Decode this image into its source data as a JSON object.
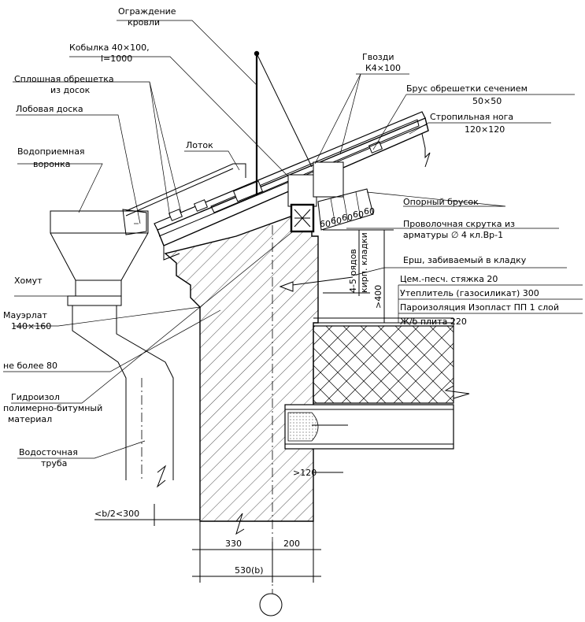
{
  "labels": {
    "roof_fence": [
      "Ограждение",
      "кровли"
    ],
    "kobylka": [
      "Кобылка 40×100,",
      "l=1000"
    ],
    "nails": [
      "Гвозди",
      "К4×100"
    ],
    "solid_lathing": [
      "Сплошная обрешетка",
      "из досок"
    ],
    "lathing_bar": [
      "Брус обрешетки сечением",
      "50×50"
    ],
    "fascia_board": "Лобовая доска",
    "rafter": [
      "Стропильная нога",
      "120×120"
    ],
    "gutter": "Лоток",
    "funnel": [
      "Водоприемная",
      "воронка"
    ],
    "support_bar": "Опорный брусок",
    "wire_tie": [
      "Проволочная скрутка из",
      "арматуры ∅ 4 кл.Вр-1"
    ],
    "ruff": "Ерш, забиваемый в кладку",
    "clamp": "Хомут",
    "layers": [
      "Цем.-песч. стяжка 20",
      "Утеплитель (газосиликат) 300",
      "Пароизоляция Изопласт ПП 1 слой",
      "Ж/б плита 220"
    ],
    "mauerlat": [
      "Мауэрлат",
      "140×160"
    ],
    "max80": "не более 80",
    "waterproof": [
      "Гидроизол",
      "полимерно-битумный",
      "материал"
    ],
    "downpipe": [
      "Водосточная",
      "труба"
    ],
    "rows": [
      "4-5 рядов",
      "кирп. кладки"
    ],
    "gt400": ">400",
    "d120": ">120",
    "dim_b2": "<b/2<300",
    "dim_330": "330",
    "dim_200": "200",
    "dim_530": "530(b)",
    "small_60": [
      "60",
      "60",
      "60",
      "60",
      "60"
    ]
  }
}
